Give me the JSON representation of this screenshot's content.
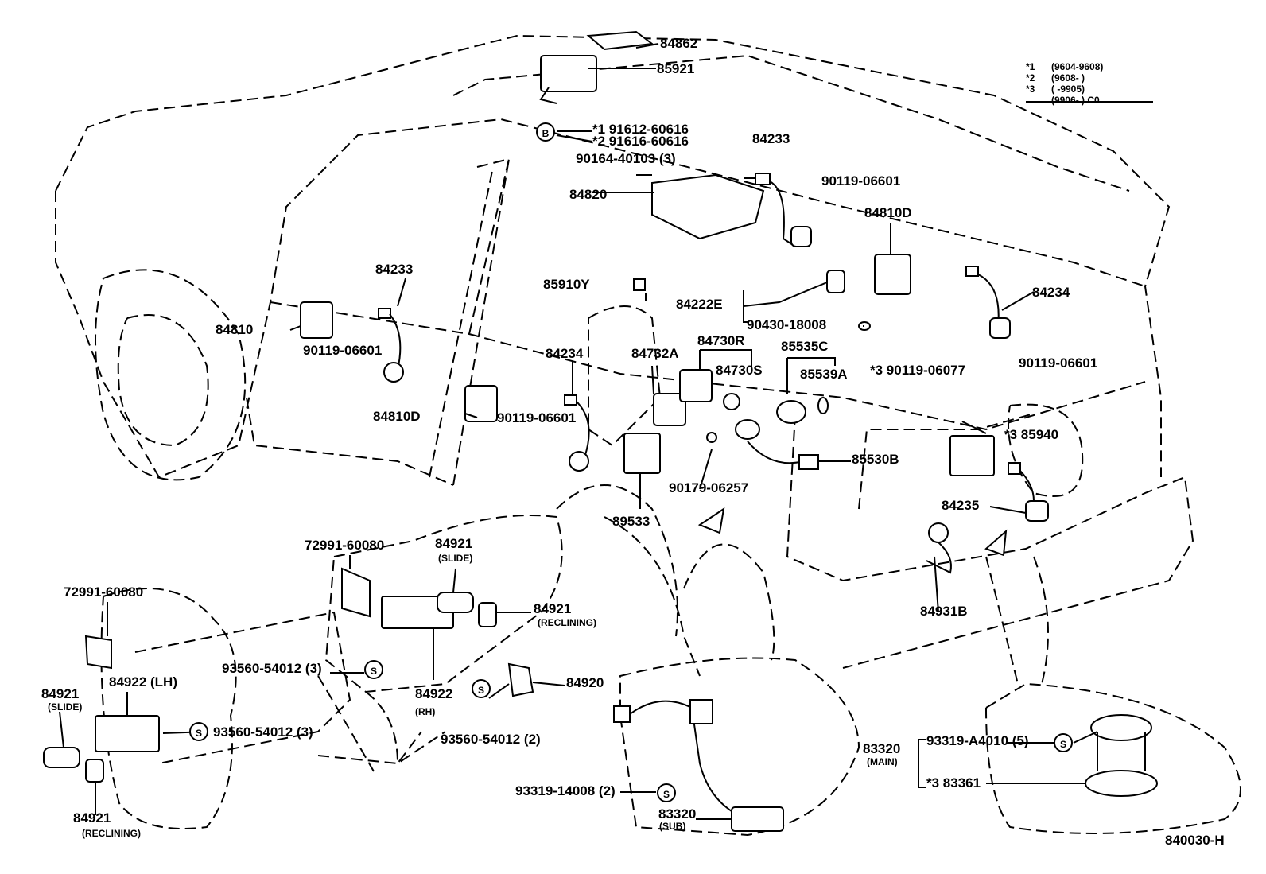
{
  "diagram_id": "840030-H",
  "legend": [
    {
      "mark": "*1",
      "range": "(9604-9608)"
    },
    {
      "mark": "*2",
      "range": "(9608-      )"
    },
    {
      "mark": "*3",
      "range": "(      -9905)"
    },
    {
      "mark": "",
      "range": "(9906-      ) C0"
    }
  ],
  "callout_letters": [
    "B",
    "S",
    "S",
    "S",
    "S",
    "S"
  ],
  "labels": [
    "84862",
    "85921",
    "*1  91612-60616",
    "*2  91616-60616",
    "90164-40103 (3)",
    "84233",
    "90119-06601",
    "84820",
    "84810D",
    "84233",
    "84810",
    "90119-06601",
    "85910Y",
    "84222E",
    "84234",
    "90430-18008",
    "84730R",
    "85535C",
    "84234",
    "84732A",
    "84730S",
    "85539A",
    "*3  90119-06077",
    "90119-06601",
    "84810D",
    "90119-06601",
    "*3  85940",
    "85530B",
    "90179-06257",
    "84235",
    "89533",
    "72991-60080",
    "84921",
    "(SLIDE)",
    "72991-60080",
    "84921",
    "(RECLINING)",
    "84931B",
    "93560-54012 (3)",
    "84922",
    "(RH)",
    "84920",
    "84921",
    "(SLIDE)",
    "84922 (LH)",
    "93560-54012 (3)",
    "93560-54012 (2)",
    "83320",
    "(MAIN)",
    "93319-A4010 (5)",
    "*3  83361",
    "93319-14008 (2)",
    "83320",
    "(SUB)",
    "84921",
    "(RECLINING)"
  ]
}
